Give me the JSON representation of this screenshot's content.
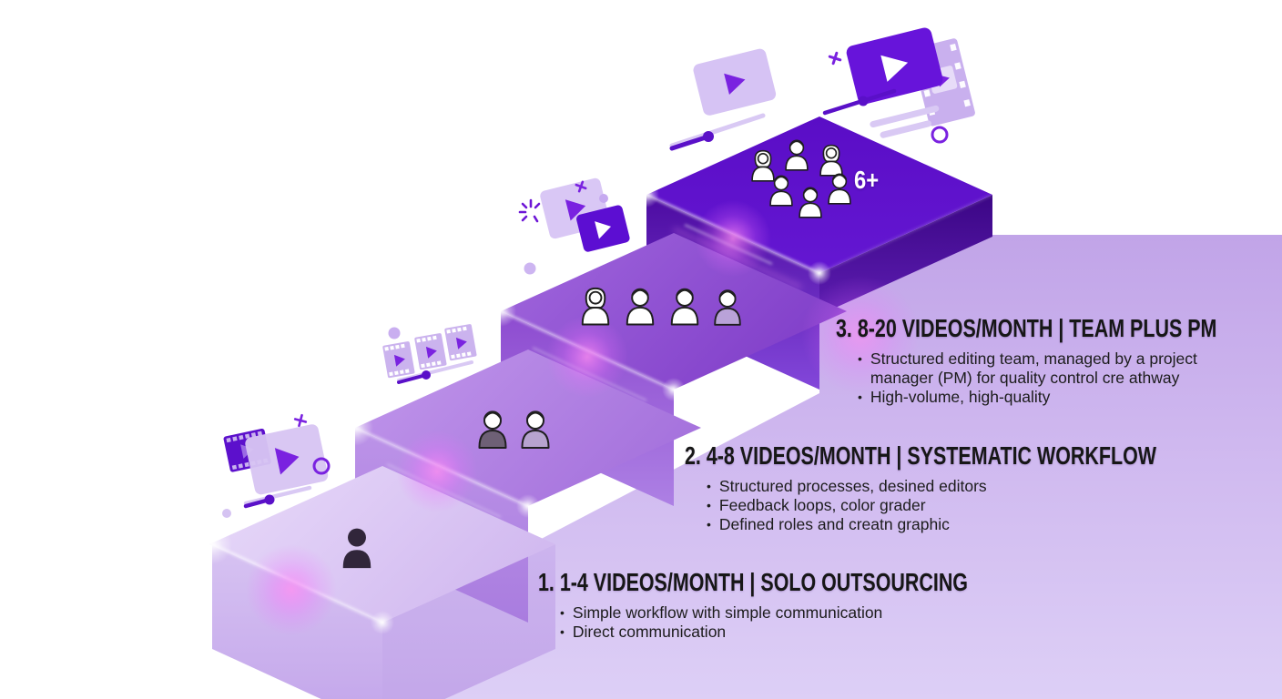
{
  "meta": {
    "title": "Video outsourcing scaling staircase infographic"
  },
  "ui": {
    "bullet_char": "•"
  },
  "top_step": {
    "badge": "6+",
    "people_count": 6
  },
  "tiers": [
    {
      "level": 1,
      "heading": "1. 1-4 VIDEOS/MONTH | SOLO OUTSOURCING",
      "bullets": [
        "Simple workflow with simple communication",
        "Direct communication"
      ],
      "people_count": 1
    },
    {
      "level": 2,
      "heading": "2. 4-8 VIDEOS/MONTH | SYSTEMATIC WORKFLOW",
      "bullets": [
        "Structured processes, desined editors",
        "Feedback loops, color grader",
        "Defined roles and creatn graphic"
      ],
      "people_count": 2
    },
    {
      "level": 3,
      "heading": "3. 8-20 VIDEOS/MONTH | TEAM PLUS PM",
      "bullets": [
        "Structured editing team, managed by a project manager (PM) for quality control cre athway",
        "High-volume, high-quality"
      ],
      "people_count": 4
    }
  ],
  "colors": {
    "step1_top": "#dcc9f3",
    "step2_top": "#b88ce6",
    "step3_top": "#9a60d8",
    "step4_top": "#5b10c8",
    "wall": "#cfb8ef",
    "accent_purple": "#6714da",
    "text": "#171717",
    "badge_text": "#ffffff"
  },
  "icons": {
    "video-player-icon": "rounded rectangle with play triangle",
    "film-strip-icon": "film frame with perforations and play triangle",
    "slider-icon": "progress line with round handle",
    "sparkle-burst-icon": "radiating click burst",
    "plus-icon": "small plus sparkle",
    "circle-icon": "small circle outline",
    "person-icon": "head and shoulders figure",
    "people-group-icon": "group of six people"
  }
}
